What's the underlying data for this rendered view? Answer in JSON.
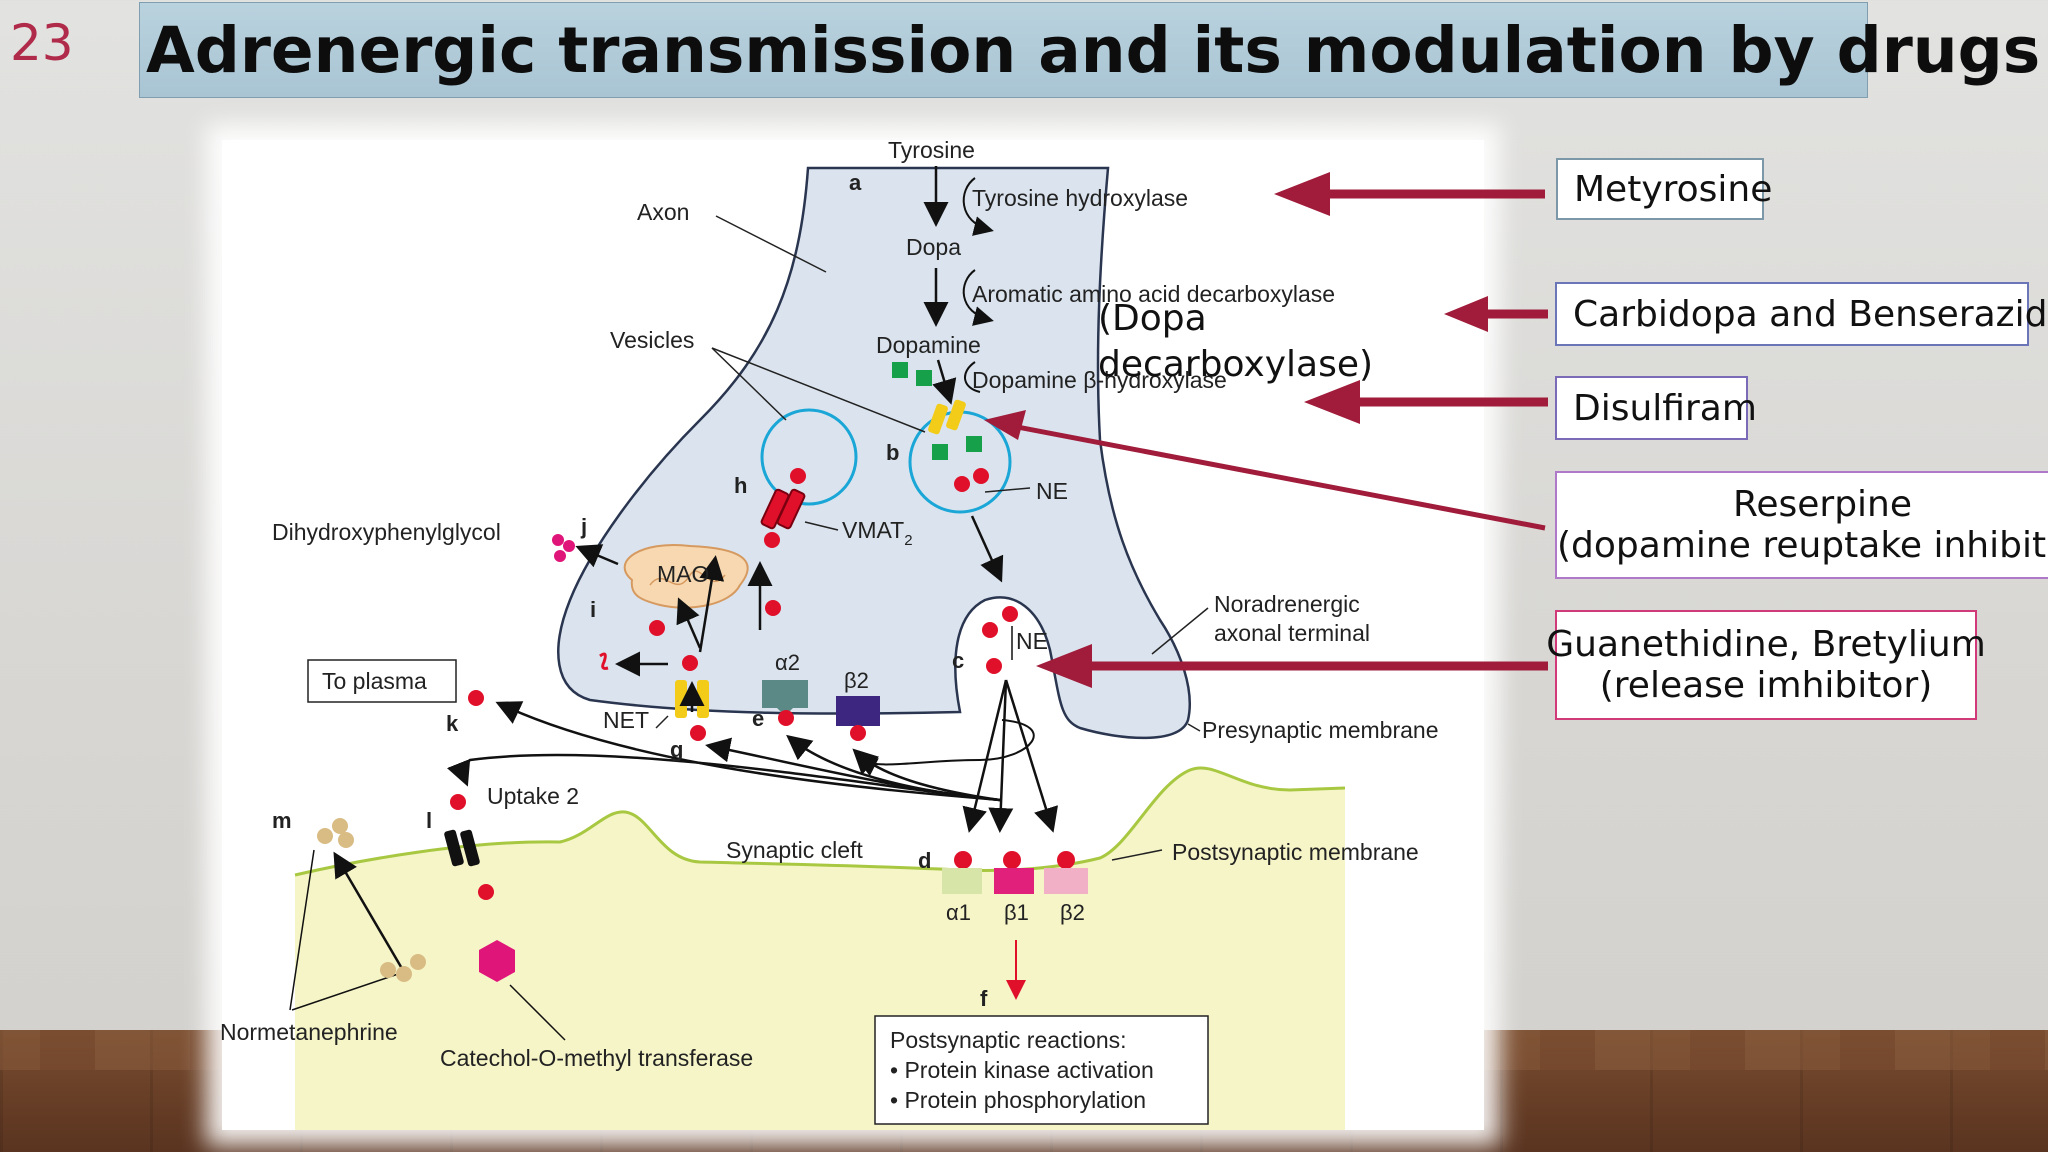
{
  "slide": {
    "number": "23",
    "title": "Adrenergic transmission and its modulation by drugs"
  },
  "diagram": {
    "labels": {
      "tyrosine": "Tyrosine",
      "a": "a",
      "tyrosine_hydroxylase": "Tyrosine hydroxylase",
      "axon": "Axon",
      "dopa": "Dopa",
      "aadc": "Aromatic amino acid decarboxylase",
      "vesicles": "Vesicles",
      "dopamine": "Dopamine",
      "dopamine_b_hydroxylase_prefix": "Dopamine ",
      "dopamine_b_hydroxylase_suffix": "β-hydroxylase",
      "b": "b",
      "h": "h",
      "ne_vesicle": "NE",
      "vmat_base": "VMAT",
      "vmat_sub": "2",
      "dihydroxyphenylglycol": "Dihydroxyphenylglycol",
      "j": "j",
      "mao": "MAO",
      "i": "i",
      "noradrenergic_line1": "Noradrenergic",
      "noradrenergic_line2": "axonal terminal",
      "c": "c",
      "ne_release": "NE",
      "to_plasma": "To plasma",
      "k": "k",
      "net": "NET",
      "alpha2": "α2",
      "beta2_pre": "β2",
      "e": "e",
      "g": "g",
      "presynaptic_membrane": "Presynaptic membrane",
      "uptake2": "Uptake 2",
      "m": "m",
      "l": "l",
      "synaptic_cleft": "Synaptic cleft",
      "d": "d",
      "postsynaptic_membrane": "Postsynaptic membrane",
      "alpha1": "α1",
      "beta1": "β1",
      "beta2_post": "β2",
      "f": "f",
      "normetanephrine": "Normetanephrine",
      "comt": "Catechol-O-methyl transferase",
      "post_reactions_title": "Postsynaptic reactions:",
      "post_reaction_1": "• Protein kinase activation",
      "post_reaction_2": "• Protein phosphorylation"
    },
    "colors": {
      "neuron": "#dbe4ee",
      "postsynaptic": "#f6f5c8",
      "ne_dot": "#e0102a",
      "dopamine_square": "#16a04a",
      "transporter": "#f2cc18",
      "alpha2_receptor": "#5b8a86",
      "beta2_pre_receptor": "#3d2680",
      "alpha1_receptor": "#d7e6a8",
      "beta1_receptor": "#e0207a",
      "beta2_post_receptor": "#f2b0c6",
      "mao": "#f7d8b0",
      "comt": "#e0157a",
      "drug_arrow": "#a01c3a"
    }
  },
  "drugs": {
    "metyrosine": {
      "label": "Metyrosine",
      "border": "#7c98a8"
    },
    "carbidopa": {
      "label": "Carbidopa and Benserazide",
      "border": "#6a76b8"
    },
    "dopa_note_line1": "(Dopa",
    "dopa_note_line2": "decarboxylase)",
    "disulfiram": {
      "label": "Disulfiram",
      "border": "#7a6ab8"
    },
    "reserpine": {
      "line1": "Reserpine",
      "line2": "(dopamine reuptake inhibitor)",
      "border": "#b078c8"
    },
    "guanethidine": {
      "line1": "Guanethidine, Bretylium",
      "line2": "(release imhibitor)",
      "border": "#d03a78"
    }
  }
}
